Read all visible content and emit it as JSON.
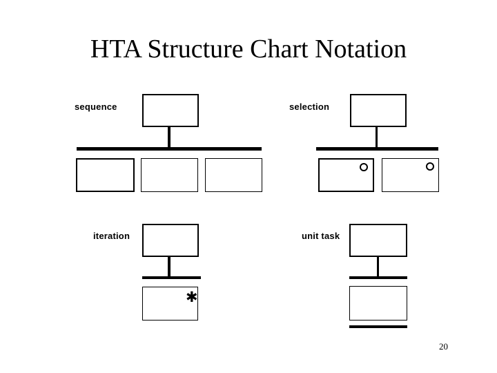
{
  "slide": {
    "title": "HTA Structure Chart Notation",
    "page_number": "20",
    "background_color": "#ffffff",
    "ink_color": "#000000"
  },
  "diagram": {
    "type": "hta-structure-chart-notation-legend",
    "groups": [
      {
        "key": "sequence",
        "label": "sequence",
        "description": "parent box above a horizontal sequence bar with three child boxes",
        "parent_boxes": 1,
        "child_boxes": 3,
        "markers": [],
        "underline": false
      },
      {
        "key": "selection",
        "label": "selection",
        "description": "parent box above a horizontal bar with two child boxes each carrying a small circle marker",
        "parent_boxes": 1,
        "child_boxes": 2,
        "markers": [
          "circle",
          "circle"
        ],
        "underline": false
      },
      {
        "key": "iteration",
        "label": "iteration",
        "description": "parent box above a short horizontal bar with one child box carrying an asterisk marker",
        "parent_boxes": 1,
        "child_boxes": 1,
        "markers": [
          "asterisk"
        ],
        "marker_glyph": "✱",
        "underline": false
      },
      {
        "key": "unit-task",
        "label": "unit task",
        "description": "parent box above a short horizontal bar with one child box underlined by a thick rule",
        "parent_boxes": 1,
        "child_boxes": 1,
        "markers": [],
        "underline": true
      }
    ]
  }
}
